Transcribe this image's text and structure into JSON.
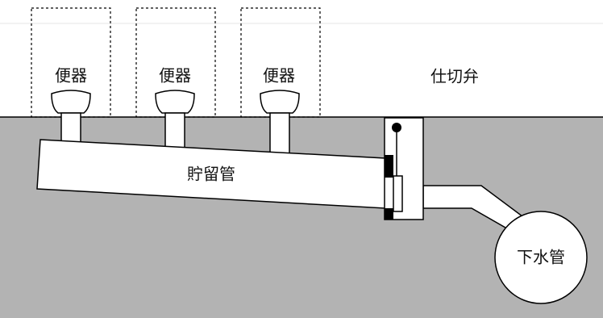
{
  "labels": {
    "toilet_1": "便器",
    "toilet_2": "便器",
    "toilet_3": "便器",
    "gate_valve": "仕切弁",
    "storage_pipe": "貯留管",
    "sewer_pipe": "下水管"
  },
  "colors": {
    "ground": "#b3b3b3",
    "outline": "#000000",
    "pipe_fill": "#ffffff",
    "text": "#111111",
    "top_rule": "#e6e6e6"
  }
}
